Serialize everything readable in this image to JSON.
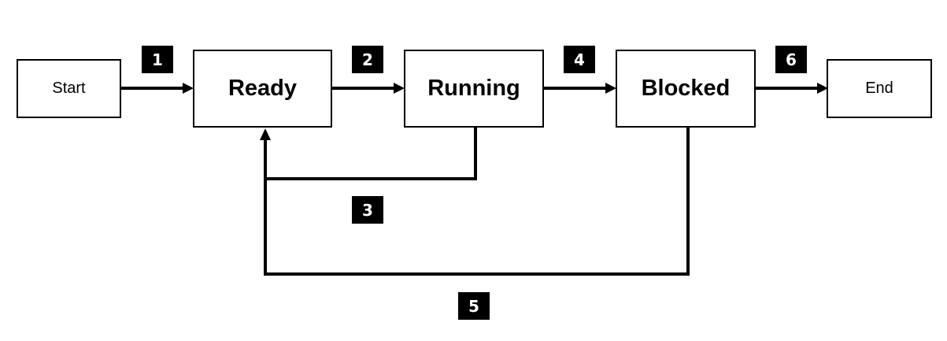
{
  "nodes": {
    "start": "Start",
    "ready": "Ready",
    "running": "Running",
    "blocked": "Blocked",
    "end": "End"
  },
  "transitions": {
    "t1": "1",
    "t2": "2",
    "t3": "3",
    "t4": "4",
    "t5": "5",
    "t6": "6"
  },
  "colors": {
    "line": "#000000",
    "badge_bg": "#000000",
    "badge_text": "#ffffff",
    "box_bg": "#ffffff"
  }
}
